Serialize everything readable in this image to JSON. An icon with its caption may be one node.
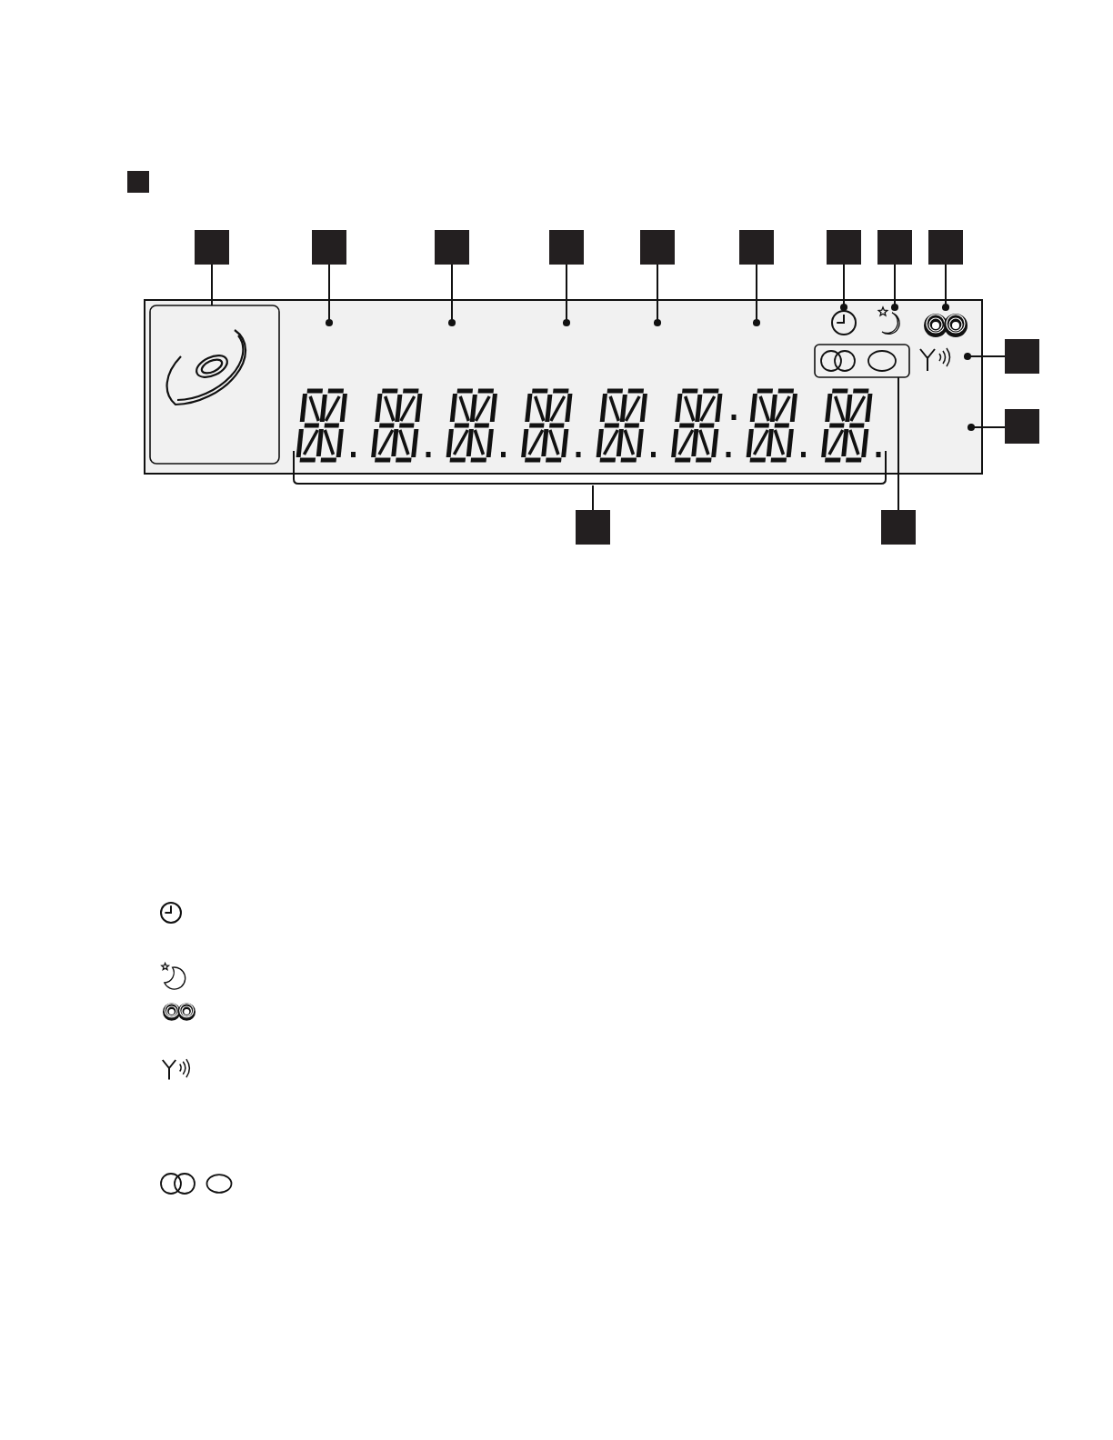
{
  "diagram": {
    "nodes": [
      {
        "text": [],
        "shape": "box"
      },
      {
        "text": [],
        "shape": "box"
      },
      {
        "text": [],
        "shape": "box"
      },
      {
        "text": [],
        "shape": "box"
      },
      {
        "text": [],
        "shape": "box"
      },
      {
        "text": [],
        "shape": "box"
      },
      {
        "text": [],
        "shape": "box"
      },
      {
        "text": [],
        "shape": "box"
      },
      {
        "text": [],
        "shape": "box"
      },
      {
        "text": [],
        "shape": "box"
      },
      {
        "text": [],
        "shape": "box"
      },
      {
        "text": [],
        "shape": "box"
      },
      {
        "text": [],
        "shape": "box"
      },
      {
        "text": [],
        "shape": "box"
      },
      {
        "text": [],
        "shape": "box"
      },
      {
        "text": [],
        "shape": "picture"
      },
      {
        "text": [],
        "shape": "picture"
      },
      {
        "text": [],
        "shape": "picture"
      },
      {
        "text": [],
        "shape": "box"
      },
      {
        "text": [],
        "shape": "bracket"
      },
      {
        "text": [],
        "shape": "picture"
      }
    ],
    "edges": [
      {
        "from": 1,
        "to": 14,
        "arrow": "none"
      },
      {
        "from": 2,
        "to": null,
        "arrow": "other"
      },
      {
        "from": 3,
        "to": null,
        "arrow": "other"
      },
      {
        "from": 4,
        "to": null,
        "arrow": "other"
      },
      {
        "from": 5,
        "to": null,
        "arrow": "other"
      },
      {
        "from": 6,
        "to": null,
        "arrow": "other"
      },
      {
        "from": 7,
        "to": 15,
        "arrow": "other"
      },
      {
        "from": 8,
        "to": 16,
        "arrow": "other"
      },
      {
        "from": 9,
        "to": 17,
        "arrow": "other"
      },
      {
        "from": 10,
        "to": 20,
        "arrow": "other"
      },
      {
        "from": 11,
        "to": null,
        "arrow": "other"
      },
      {
        "from": 12,
        "to": 19,
        "arrow": "none"
      },
      {
        "from": 13,
        "to": 18,
        "arrow": "none"
      }
    ]
  }
}
